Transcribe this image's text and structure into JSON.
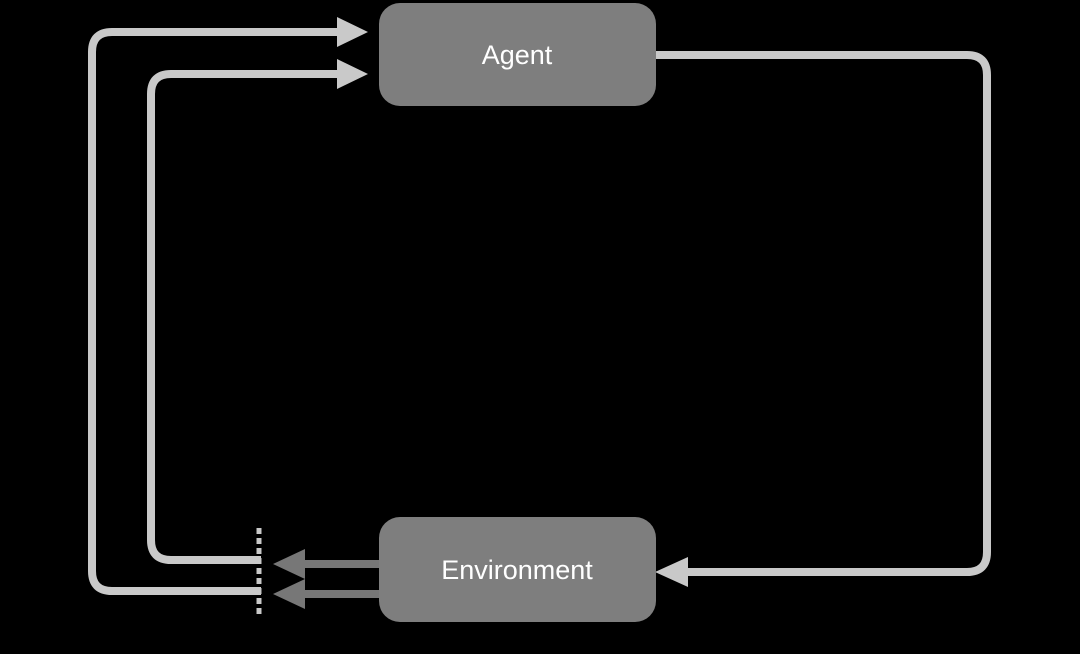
{
  "diagram": {
    "title": "agent-environment-interaction-loop",
    "nodes": {
      "agent": {
        "label": "Agent"
      },
      "environment": {
        "label": "Environment"
      }
    },
    "edges": [
      {
        "id": "agent-to-environment",
        "from": "agent",
        "to": "environment",
        "style": "light",
        "route": "right-side-loop"
      },
      {
        "id": "environment-to-agent-outer",
        "from": "time-boundary",
        "to": "agent",
        "style": "light",
        "route": "left-outer-loop"
      },
      {
        "id": "environment-to-agent-inner",
        "from": "time-boundary",
        "to": "agent",
        "style": "light",
        "route": "left-inner-loop"
      },
      {
        "id": "environment-output-upper",
        "from": "environment",
        "to": "time-boundary",
        "style": "dark"
      },
      {
        "id": "environment-output-lower",
        "from": "environment",
        "to": "time-boundary",
        "style": "dark"
      }
    ],
    "time_boundary": {
      "style": "dashed-vertical-line"
    },
    "colors": {
      "background": "#000000",
      "node_fill": "#7e7e7e",
      "node_text": "#ffffff",
      "loop_line": "#c9c9c9",
      "feedback_line": "#777777"
    }
  }
}
